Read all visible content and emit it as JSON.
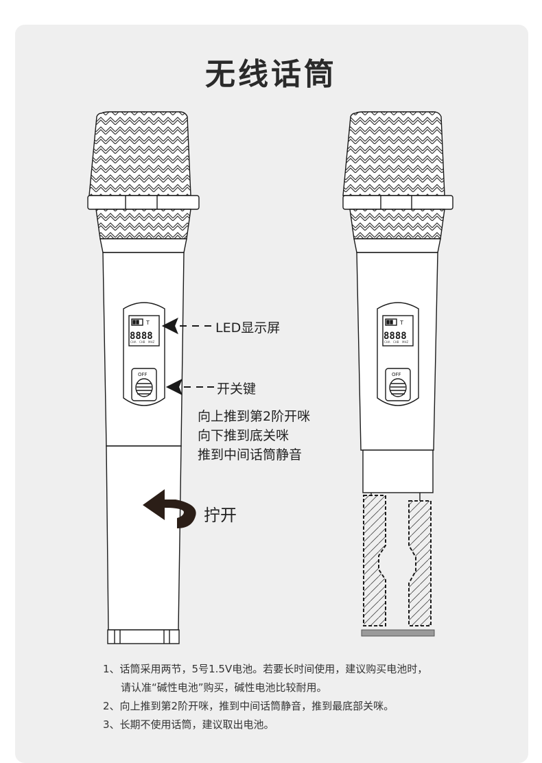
{
  "title": "无线话筒",
  "labels": {
    "led": "LED显示屏",
    "switch": "开关键",
    "switch_desc": [
      "向上推到第2阶开咪",
      "向下推到底关咪",
      "推到中间话筒静音"
    ],
    "unscrew": "拧开"
  },
  "display": {
    "digits": "8888",
    "channels": [
      "CHA",
      "CHB",
      "MHZ"
    ],
    "off_text": "OFF"
  },
  "notes": [
    "1、话筒采用两节，5号1.5V电池。若要长时间使用，建议购买电池时，",
    "请认准“碱性电池”购买，碱性电池比较耐用。",
    "2、向上推到第2阶开咪，推到中间话筒静音，推到最底部关咪。",
    "3、长期不使用话筒，建议取出电池。"
  ],
  "colors": {
    "background": "#efefef",
    "line": "#1a1a1a",
    "arrow": "#2b1e17"
  }
}
